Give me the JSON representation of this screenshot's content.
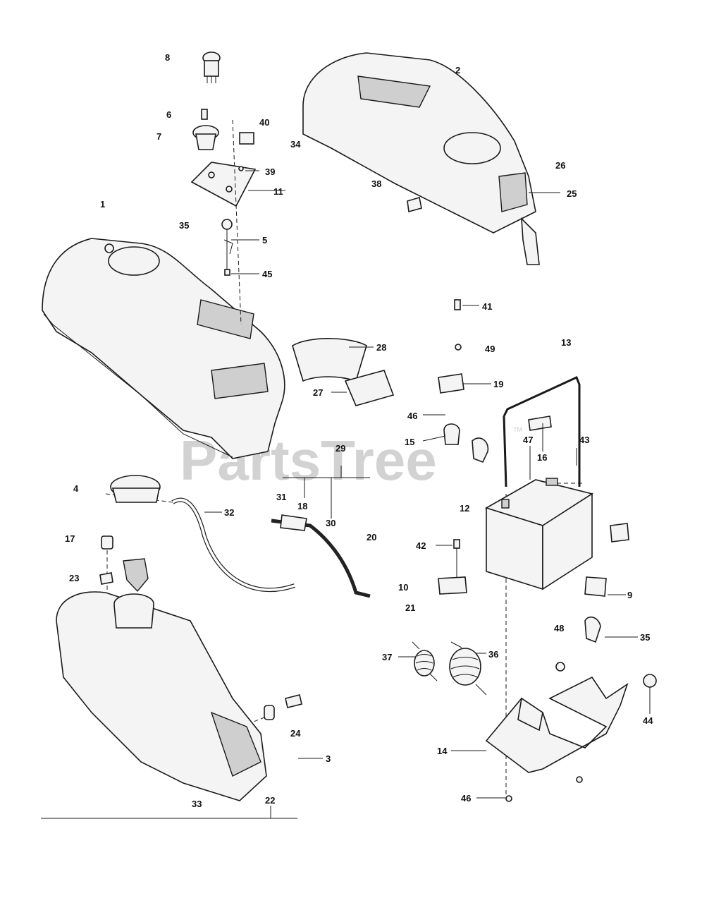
{
  "diagram": {
    "watermark": "PartsTree",
    "watermark_mark": "TM",
    "callouts": [
      "1",
      "2",
      "3",
      "4",
      "5",
      "6",
      "7",
      "8",
      "9",
      "10",
      "11",
      "12",
      "13",
      "14",
      "15",
      "16",
      "17",
      "18",
      "19",
      "20",
      "21",
      "22",
      "23",
      "24",
      "25",
      "26",
      "27",
      "28",
      "29",
      "30",
      "31",
      "32",
      "33",
      "34",
      "35",
      "35",
      "36",
      "37",
      "38",
      "39",
      "40",
      "41",
      "42",
      "43",
      "44",
      "45",
      "46",
      "46",
      "47",
      "48",
      "49"
    ]
  }
}
